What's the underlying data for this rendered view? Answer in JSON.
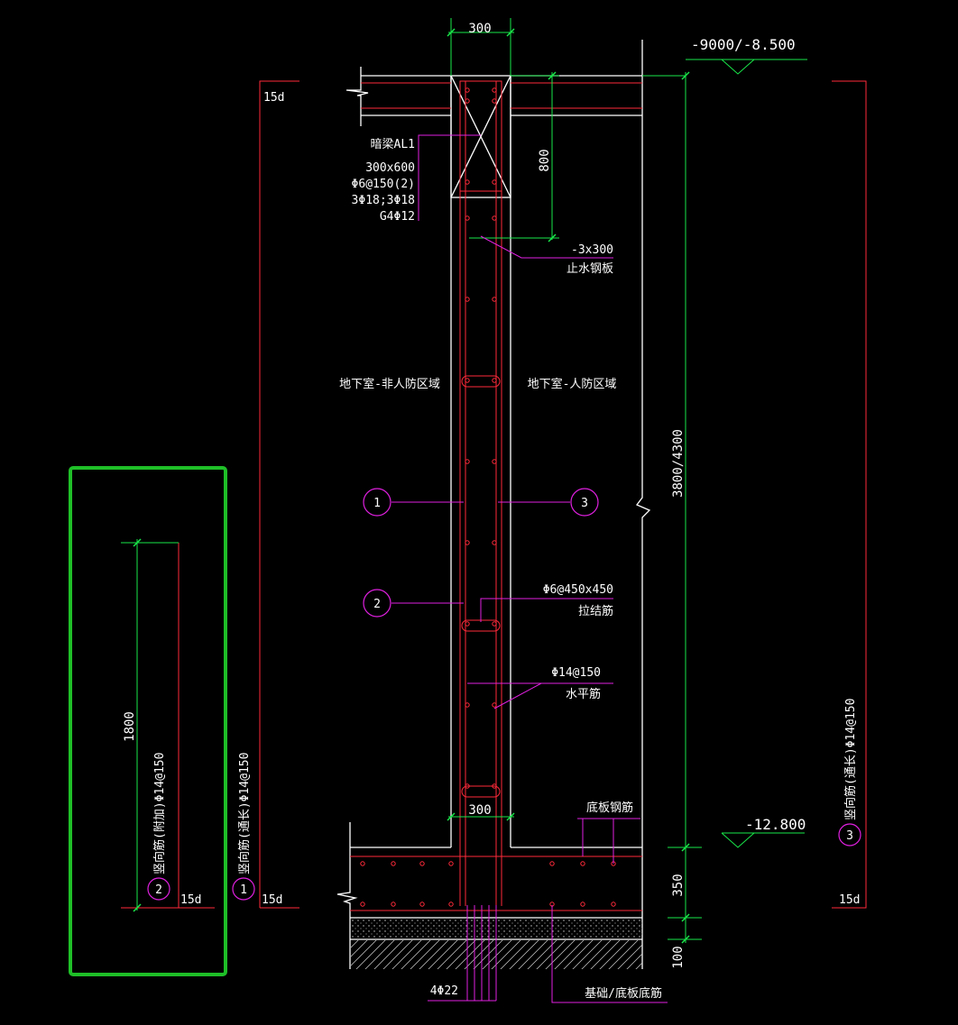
{
  "colors": {
    "outline": "#ffffff",
    "rebar": "#ff2a3a",
    "dimension": "#19e84a",
    "leader": "#e020e0",
    "highlight": "#1fbf28",
    "background": "#000000"
  },
  "elevations": {
    "top": "-9000/-8.500",
    "bottom": "-12.800"
  },
  "dimensions": {
    "wall_top_width": "300",
    "wall_bottom_width": "300",
    "beam_depth": "800",
    "wall_height": "3800/4300",
    "slab_thickness": "350",
    "cushion": "100",
    "detail_length": "1800"
  },
  "beam": {
    "name": "暗梁AL1",
    "size": "300x600",
    "stirrup": "Φ6@150(2)",
    "main_bars": "3Φ18;3Φ18",
    "side_bars": "G4Φ12"
  },
  "annotations": {
    "waterstop_size": "-3x300",
    "waterstop_label": "止水钢板",
    "tie_bar_spec": "Φ6@450x450",
    "tie_bar_label": "拉结筋",
    "horizontal_bar_spec": "Φ14@150",
    "horizontal_bar_label": "水平筋",
    "bottom_slab_bar_label": "底板钢筋",
    "foundation_bar_spec": "4Φ22",
    "foundation_bar_label": "基础/底板底筋"
  },
  "zones": {
    "left": "地下室-非人防区域",
    "right": "地下室-人防区域"
  },
  "markers": [
    "1",
    "2",
    "3"
  ],
  "bars": {
    "bar1_label": "竖向筋(通长)Φ14@150",
    "bar2_label": "竖向筋(附加)Φ14@150",
    "bar3_label": "竖向筋(通长)Φ14@150",
    "anchor": "15d"
  }
}
